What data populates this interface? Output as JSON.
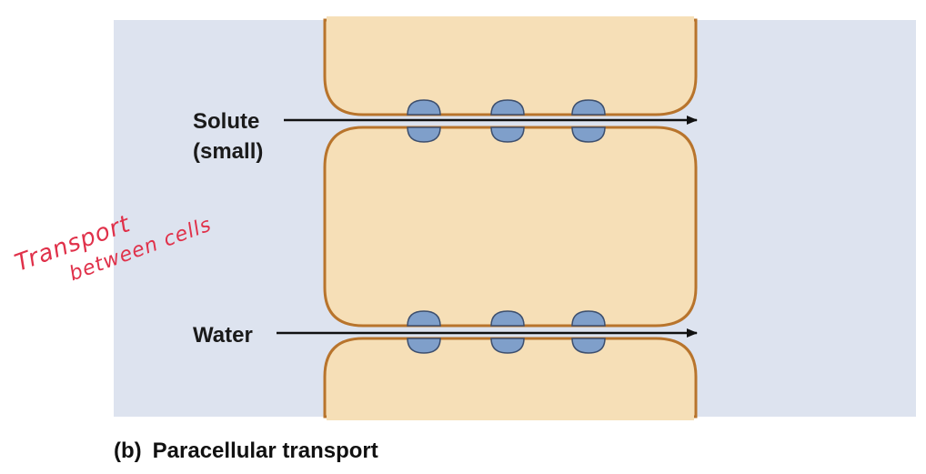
{
  "diagram": {
    "labels": {
      "solute_line1": "Solute",
      "solute_line2": "(small)",
      "water": "Water"
    },
    "caption": {
      "letter": "(b)",
      "title": "Paracellular transport"
    },
    "annotation": {
      "line1": "Transport",
      "line2": "between cells"
    },
    "colors": {
      "background": "#dde3ef",
      "cell_fill": "#f6dfb7",
      "cell_border": "#b8742c",
      "junction_protein": "#7f9fca",
      "arrow": "#111111",
      "annotation_ink": "#e0314a"
    }
  }
}
